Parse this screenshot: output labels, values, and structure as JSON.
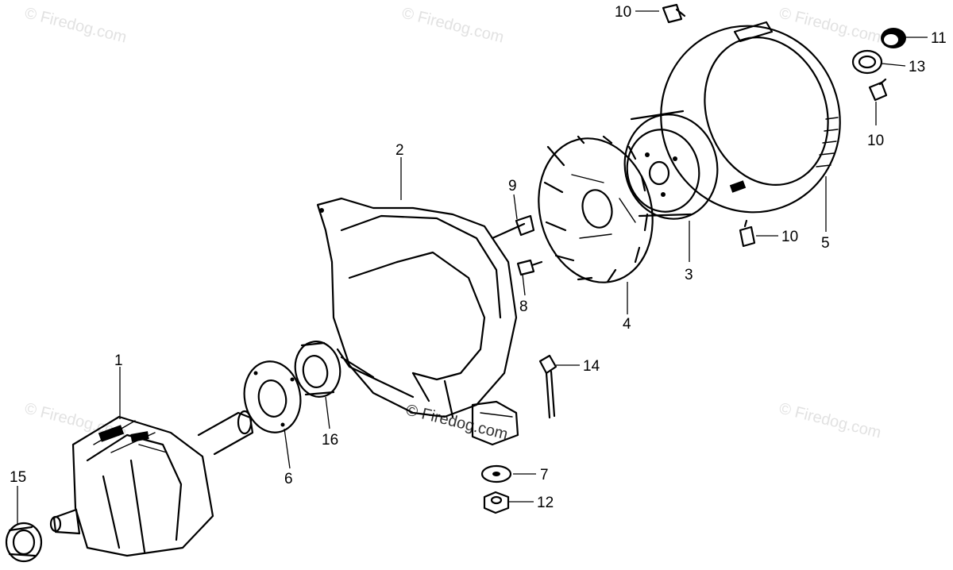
{
  "watermarks": {
    "text": "© Firedog.com",
    "copy": "©",
    "brand": "Firedog.com"
  },
  "callouts": [
    {
      "id": "p1",
      "label": "1"
    },
    {
      "id": "p2",
      "label": "2"
    },
    {
      "id": "p3",
      "label": "3"
    },
    {
      "id": "p4",
      "label": "4"
    },
    {
      "id": "p5",
      "label": "5"
    },
    {
      "id": "p6",
      "label": "6"
    },
    {
      "id": "p7",
      "label": "7"
    },
    {
      "id": "p8",
      "label": "8"
    },
    {
      "id": "p9",
      "label": "9"
    },
    {
      "id": "p10a",
      "label": "10"
    },
    {
      "id": "p10b",
      "label": "10"
    },
    {
      "id": "p10c",
      "label": "10"
    },
    {
      "id": "p11",
      "label": "11"
    },
    {
      "id": "p12",
      "label": "12"
    },
    {
      "id": "p13",
      "label": "13"
    },
    {
      "id": "p14",
      "label": "14"
    },
    {
      "id": "p15",
      "label": "15"
    },
    {
      "id": "p16",
      "label": "16"
    }
  ],
  "colors": {
    "ink": "#000000",
    "watermark": "#e2e2e2",
    "background": "#ffffff"
  }
}
